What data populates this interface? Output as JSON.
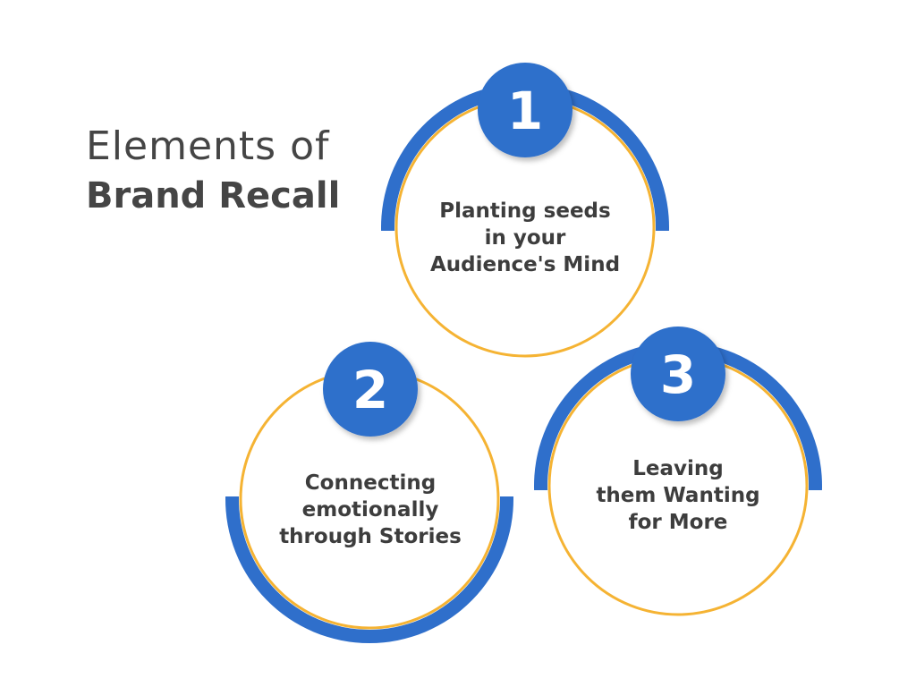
{
  "title": {
    "line1": "Elements of",
    "line2": "Brand Recall"
  },
  "colors": {
    "blue": "#2f6fcb",
    "orange": "#f5b333",
    "text": "#3d3d3d",
    "title": "#454545"
  },
  "steps": [
    {
      "number": "1",
      "lines": [
        "Planting seeds",
        "in your",
        "Audience's Mind"
      ],
      "band": "bottom"
    },
    {
      "number": "2",
      "lines": [
        "Connecting",
        "emotionally",
        "through Stories"
      ],
      "band": "top"
    },
    {
      "number": "3",
      "lines": [
        "Leaving",
        "them Wanting",
        "for More"
      ],
      "band": "bottom"
    }
  ]
}
